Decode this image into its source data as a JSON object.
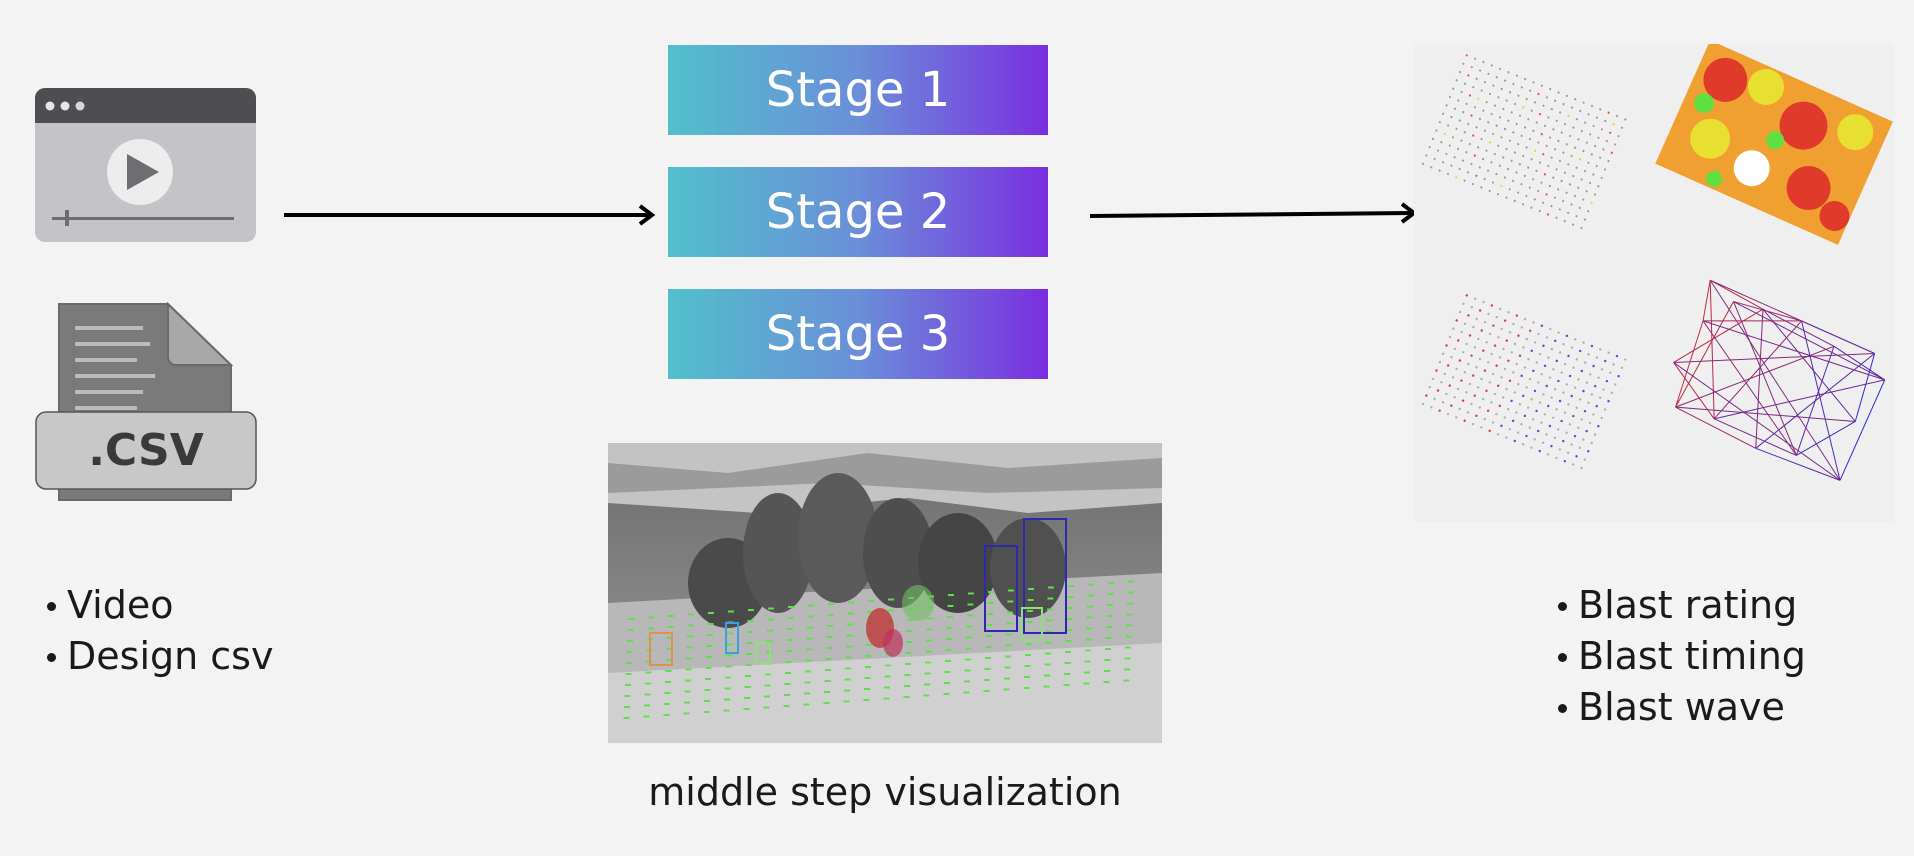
{
  "inputs": {
    "csv_label": ".CSV",
    "items": [
      "Video",
      "Design csv"
    ]
  },
  "stages": [
    "Stage 1",
    "Stage 2",
    "Stage 3"
  ],
  "middle": {
    "caption": "middle step visualization"
  },
  "outputs": {
    "items": [
      "Blast rating",
      "Blast timing",
      "Blast wave"
    ]
  },
  "colors": {
    "stage_gradient_start": "#52bfcc",
    "stage_gradient_end": "#7a2ee0",
    "background": "#f3f3f3"
  },
  "icons": [
    "video-player-icon",
    "csv-file-icon",
    "arrow-right-icon"
  ]
}
